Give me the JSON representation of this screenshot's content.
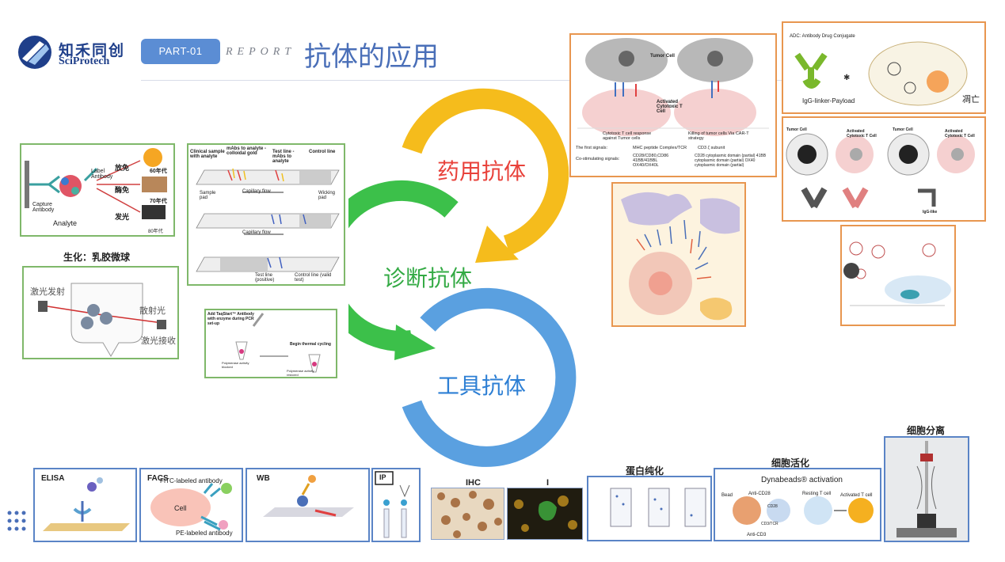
{
  "header": {
    "logo_cn": "知禾同创",
    "logo_en": "SciProtech",
    "part_label": "PART-01",
    "report_label": "REPORT",
    "title": "抗体的应用"
  },
  "center": {
    "drug": "药用抗体",
    "diagnostic": "诊断抗体",
    "tool": "工具抗体",
    "colors": {
      "drug": "#f5bc1c",
      "diagnostic": "#3cc04a",
      "tool": "#5aa0e0",
      "drug_text": "#e8413a",
      "diag_text": "#33aa44",
      "tool_text": "#2d7fd4"
    }
  },
  "left": {
    "immuno": {
      "label_antibody": "Label Antibody",
      "capture_antibody": "Capture Antibody",
      "analyte": "Analyte",
      "radio": "放免",
      "enzyme": "酶免",
      "lumi": "发光",
      "era60": "60年代",
      "era70": "70年代",
      "era80": "80年代"
    },
    "lateral_flow": {
      "clinical_sample": "Clinical sample with analyte",
      "mabs_gold": "mAbs to analyte - colloidal gold",
      "test_line_mabs": "Test line - mAbs to analyte",
      "control_line": "Control line",
      "sample_pad": "Sample pad",
      "capillary_flow": "Capillary flow",
      "wicking_pad": "Wicking pad",
      "test_positive": "Test line (positive)",
      "control_valid": "Control line (valid test)"
    },
    "latex": {
      "caption": "生化：乳胶微球",
      "laser_emit": "激光发射",
      "scatter": "散射光",
      "laser_receive": "激光接收"
    },
    "pcr": {
      "top": "Add TaqStart™ Antibody with enzyme during PCR set-up",
      "begin": "Begin thermal cycling",
      "blocked": "Polymerase activity blocked",
      "restored": "Polymerase activity restored"
    }
  },
  "right": {
    "tcell": {
      "tumor_cell": "Tumor Cell",
      "activated": "Activated Cytotoxic T Cell",
      "response": "Cytotoxic T cell response against Tumor cells",
      "killing": "Killing of tumor cells Via CAR-T strategy",
      "first_signals": "The first signals:",
      "mhc": "MHC peptide Complex/TCR",
      "cd3": "CD3 ζ subunit",
      "co_stim": "Co-stimulating signals:",
      "cd28": "CD28/CD80,CD86 41BB/41BBL OX40/OX40L",
      "cd28_cyto": "CD28 cytoplasmic domain (partial) 41BB cytoplasmic domain (partial) OX40 cytoplasmic domain (partial)"
    },
    "adc": {
      "title": "ADC: Antibody Drug Conjugate",
      "igg": "IgG-linker-Payload",
      "death": "凋亡"
    },
    "bispecific": {
      "tumor_cell_a": "Tumor Cell",
      "activated_a": "Activated Cytotoxic T Cell",
      "tumor_cell_b": "Tumor Cell",
      "activated_b": "Activated Cytotoxic T Cell",
      "igg_like": "IgG-like"
    }
  },
  "bottom": {
    "elisa": "ELISA",
    "facs": "FACS",
    "fitc": "FITC-labeled antibody",
    "cell": "Cell",
    "pe": "PE-labeled antibody",
    "wb": "WB",
    "ip": "IP",
    "ihc": "IHC",
    "if": "I",
    "protein_purif": "蛋白纯化",
    "cell_activation": "细胞活化",
    "dynabeads": "Dynabeads® activation",
    "bead": "Bead",
    "anti_cd28": "Anti-CD28",
    "resting": "Resting T cell",
    "activated_t": "Activated T cell",
    "cd28": "CD28",
    "cd3tcr": "CD3/TCR",
    "anti_cd3": "Anti-CD3",
    "cell_sep": "细胞分离"
  }
}
